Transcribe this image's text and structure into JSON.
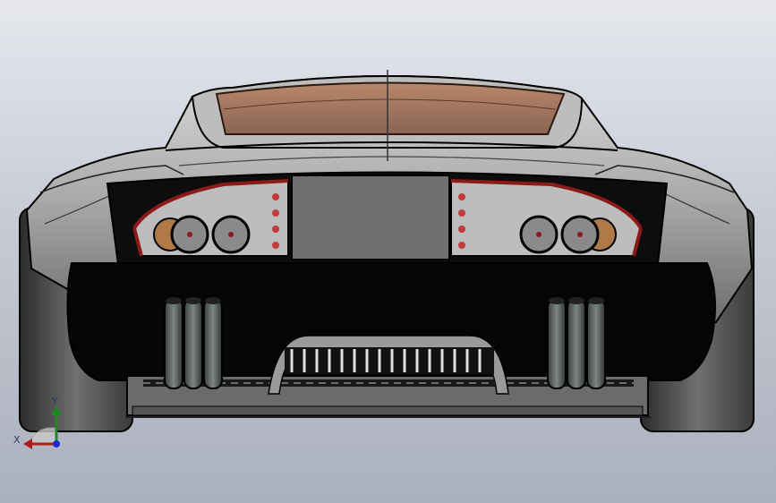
{
  "viewport": {
    "background_top": "#e6e8ee",
    "background_bottom": "#aab0bd",
    "model": "rear-view-car-3d-model"
  },
  "triad": {
    "x_label": "X",
    "y_label": "Y",
    "x_color": "#b01b1b",
    "y_color": "#1e8a1e",
    "z_color": "#1a2bd0"
  },
  "icons": [
    "car-rear-model",
    "coordinate-triad-icon"
  ]
}
